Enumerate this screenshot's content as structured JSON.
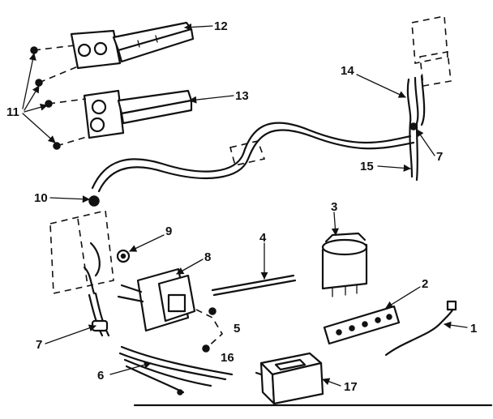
{
  "callouts": {
    "c1": "1",
    "c2": "2",
    "c3": "3",
    "c4": "4",
    "c5": "5",
    "c6": "6",
    "c7": "7",
    "c8": "8",
    "c9": "9",
    "c10": "10",
    "c11": "11",
    "c12": "12",
    "c13": "13",
    "c14": "14",
    "c15": "15",
    "c16": "16",
    "c17": "17"
  },
  "footer": {
    "note": ""
  },
  "colors": {
    "ink": "#111111",
    "background": "#ffffff"
  }
}
